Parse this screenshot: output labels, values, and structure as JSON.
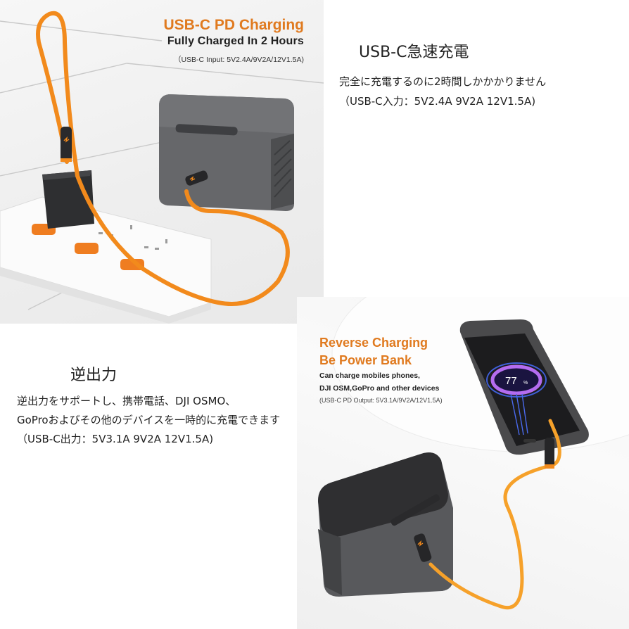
{
  "input_section": {
    "photo": {
      "title": "USB-C PD Charging",
      "subtitle": "Fully Charged In 2 Hours",
      "spec": "（USB-C Input: 5V2.4A/9V2A/12V1.5A)"
    },
    "description": {
      "title": "USB-C急速充電",
      "line1": "完全に充電するのに2時間しかかかりません",
      "line2": "（USB-C入力：5V2.4A 9V2A 12V1.5A)"
    }
  },
  "output_section": {
    "photo": {
      "title_line1": "Reverse Charging",
      "title_line2": "Be Power Bank",
      "subtitle_line1": "Can charge mobiles phones,",
      "subtitle_line2": "DJI OSM,GoPro and other devices",
      "spec": "(USB-C PD Output: 5V3.1A/9V2A/12V1.5A)",
      "phone_battery_percent": "77",
      "phone_battery_unit": "%"
    },
    "description": {
      "title": "逆出力",
      "line1": "逆出力をサポートし、携帯電話、DJI OSMO、",
      "line2": "GoProおよびその他のデバイスを一時的に充電できます",
      "line3": "（USB-C出力：5V3.1A 9V2A 12V1.5A)"
    }
  },
  "colors": {
    "accent_orange": "#e07a1f",
    "cable_orange": "#f28a1c",
    "device_gray": "#5d5e60",
    "device_dark": "#2c2c2e"
  }
}
